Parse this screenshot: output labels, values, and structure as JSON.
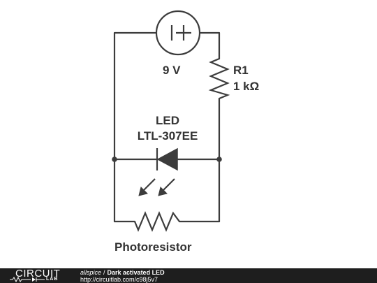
{
  "components": {
    "battery": {
      "value": "9 V"
    },
    "resistor": {
      "name": "R1",
      "value": "1 kΩ"
    },
    "led": {
      "name": "LED",
      "part": "LTL-307EE"
    },
    "photoresistor": {
      "name": "Photoresistor"
    }
  },
  "footer": {
    "brand_top": "CIRCUIT",
    "brand_bottom": "LAB",
    "author": "allspice",
    "separator": "/",
    "title": "Dark activated LED",
    "url": "http://circuitlab.com/c98j5v7"
  }
}
